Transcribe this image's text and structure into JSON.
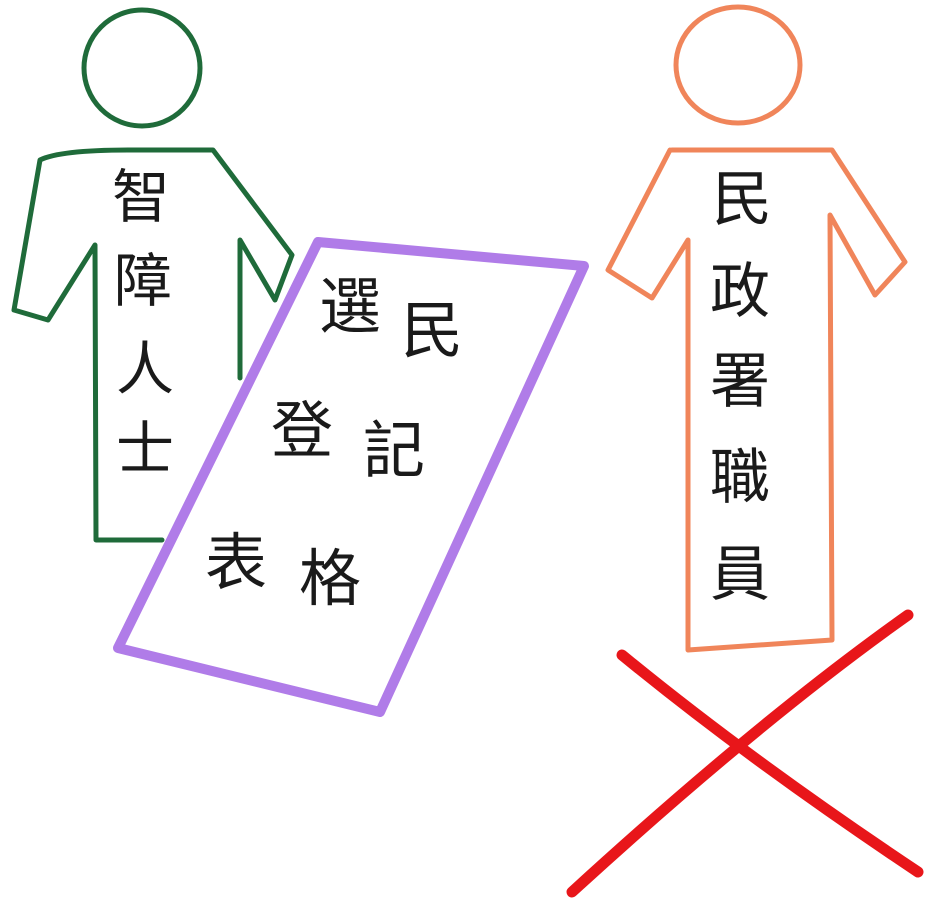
{
  "left_person": {
    "label_chars": [
      "智",
      "障",
      "人",
      "士"
    ],
    "stroke_color": "#1f6b3a"
  },
  "right_person": {
    "label_chars": [
      "民",
      "政",
      "署",
      "職",
      "員"
    ],
    "stroke_color": "#f0855a"
  },
  "form": {
    "col_right_chars": [
      "民",
      "記"
    ],
    "col_left_chars": [
      "選",
      "登"
    ],
    "bottom_chars": [
      "表",
      "格"
    ],
    "stroke_color": "#b07ce8"
  },
  "cross": {
    "stroke_color": "#e8161a"
  }
}
